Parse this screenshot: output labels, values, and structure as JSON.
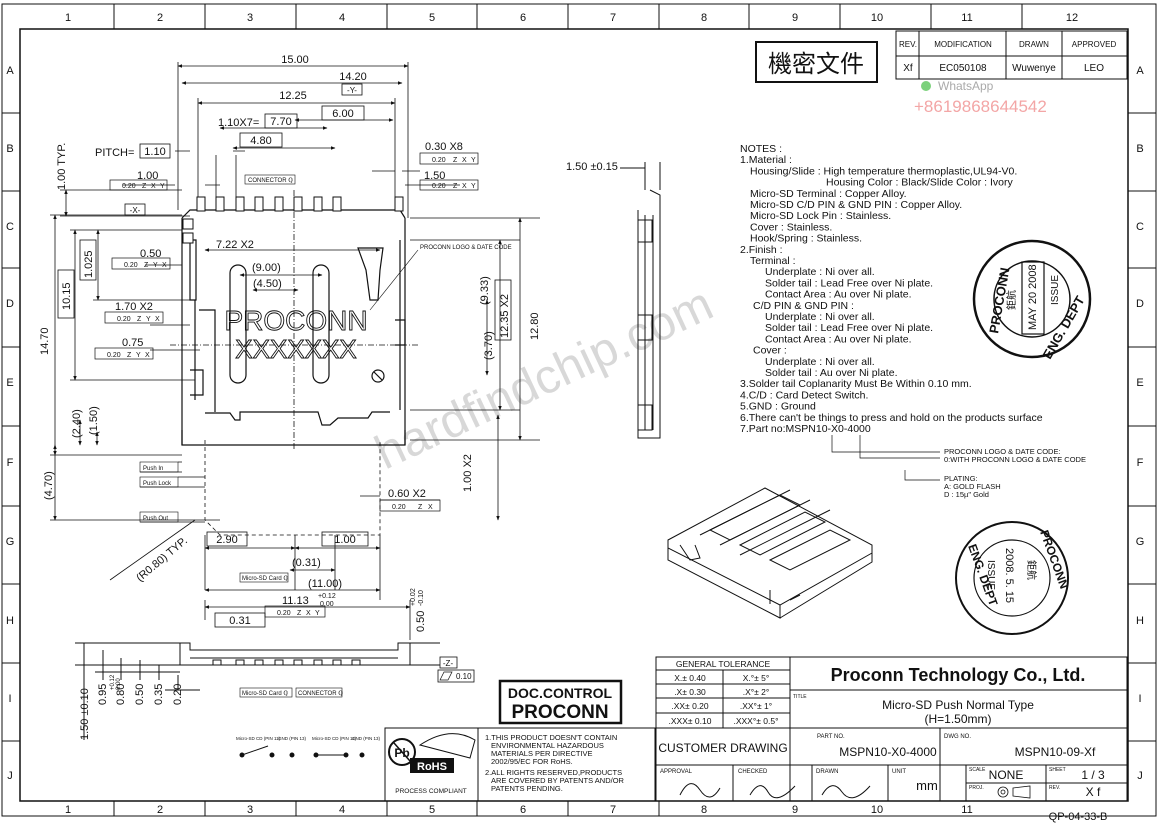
{
  "grid": {
    "columns": [
      "1",
      "2",
      "3",
      "4",
      "5",
      "6",
      "7",
      "8",
      "9",
      "10",
      "11",
      "12"
    ],
    "rows": [
      "A",
      "B",
      "C",
      "D",
      "E",
      "F",
      "G",
      "H",
      "I",
      "J"
    ]
  },
  "revision": {
    "headers": {
      "rev": "REV.",
      "modification": "MODIFICATION",
      "drawn": "DRAWN",
      "approved": "APPROVED"
    },
    "row": {
      "rev": "Xf",
      "modification": "EC050108",
      "drawn": "Wuwenye",
      "approved": "LEO"
    }
  },
  "stamp_confidential": "機密文件",
  "watermark": {
    "contact_app": "WhatsApp",
    "phone": "+8619868644542",
    "site": "hardfindchip.com"
  },
  "dimensions": {
    "d1500": "15.00",
    "d1420": "14.20",
    "y_datum": "-Y-",
    "d1225": "12.25",
    "d110x7_label": "1.10X7=",
    "d770": "7.70",
    "d600": "6.00",
    "d480": "4.80",
    "pitch_label": "PITCH=",
    "pitch_val": "1.10",
    "d030x8": "0.30 X8",
    "d100typ": "1.00 TYP.",
    "d100": "1.00",
    "d150": "1.50",
    "x_datum": "-X-",
    "d722x2": "7.22 X2",
    "d900": "(9.00)",
    "d450": "(4.50)",
    "d050": "0.50",
    "d1015": "10.15",
    "d1025": "1.025",
    "d1470": "14.70",
    "d170x2": "1.70 X2",
    "d075": "0.75",
    "d370": "(3.70)",
    "d933": "(9.33)",
    "d1235x2": "12.35 X2",
    "d1280": "12.80",
    "d240": "(2.40)",
    "d150p": "(1.50)",
    "d470": "(4.70)",
    "d100x2": "1.00 X2",
    "d060x2": "0.60 X2",
    "r080": "(R0.80) TYP.",
    "d290": "2.90",
    "d100b": "1.00",
    "d031p": "(0.31)",
    "d1100": "(11.00)",
    "d1113": "11.13",
    "d1113_tol": "+0.12",
    "d1113_tol2": "0.00",
    "d031": "0.31",
    "d050v": "0.50",
    "d050v_tol": "+0.02",
    "d050v_tol2": "-0.10",
    "z_datum": "-Z-",
    "flat010": "0.10",
    "d150b": "1.50 ±0.10",
    "d095": "0.95",
    "d080": "0.80",
    "d080_tol": "+0.12",
    "d080_tol2": "0.00",
    "d050b": "0.50",
    "d035": "0.35",
    "d020": "0.20",
    "side_150": "1.50 ±0.15"
  },
  "fcf": {
    "f020zxy": "0.20",
    "f020zx": "0.20",
    "zxy": [
      "Z",
      "X",
      "Y"
    ],
    "zx": [
      "Z",
      "X"
    ],
    "zyx": [
      "Z",
      "Y",
      "X"
    ]
  },
  "labels": {
    "connector_q": "CONNECTOR ℚ",
    "microsd_card_q": "Micro-SD Card ℚ",
    "push_in": "Push In",
    "push_lock": "Push Lock",
    "push_out": "Push Out",
    "logo_text": "PROCONN",
    "code_text": "XXXXXXX",
    "logo_note": "PROCONN LOGO & DATE CODE",
    "logo_callout1": "PROCONN LOGO & DATE CODE:",
    "logo_callout2": "0:WITH PROCONN LOGO & DATE CODE",
    "plating1": "PLATING:",
    "plating2": "A: GOLD FLASH",
    "plating3": "D : 15µ\" Gold",
    "switch_labels": [
      "Micro-SD CD (PIN 11)",
      "GND (PIN 13)",
      "Micro-SD CD (PIN 11)",
      "GND (PIN 13)"
    ]
  },
  "notes": [
    "NOTES :",
    "1.Material :",
    "Housing/Slide : High temperature thermoplastic,UL94-V0.",
    "Housing Color : Black/Slide Color : Ivory",
    "Micro-SD Terminal : Copper Alloy.",
    "Micro-SD C/D PIN & GND PIN : Copper Alloy.",
    "Micro-SD Lock Pin : Stainless.",
    "Cover : Stainless.",
    "Hook/Spring : Stainless.",
    "2.Finish :",
    "Terminal :",
    "Underplate : Ni over all.",
    "Solder tail : Lead Free over Ni plate.",
    "Contact Area : Au over Ni plate.",
    "C/D PIN & GND PIN :",
    "Underplate : Ni over all.",
    "Solder tail : Lead Free over Ni plate.",
    "Contact Area : Au over Ni plate.",
    "Cover :",
    "Underplate : Ni over all.",
    "Solder tail : Au over Ni plate.",
    "3.Solder tail Coplanarity Must Be Within 0.10 mm.",
    "4.C/D : Card Detect Switch.",
    "5.GND : Ground",
    "6.There can't be things to press and hold on the products surface",
    "7.Part no:MSPN10-X0-4000"
  ],
  "stamps": {
    "issue1": {
      "top": "PROCONN",
      "bottom": "ENG. DEPT",
      "right": "ISSUE",
      "date": "MAY 20 2008",
      "mid": "鉅航"
    },
    "issue2": {
      "top": "PROCONN",
      "bottom": "ENG. DEPT",
      "left": "ISSUE",
      "date": "2008. 5. 15",
      "mid": "鉅航"
    },
    "doc_control": {
      "line1": "DOC.CONTROL",
      "line2": "PROCONN"
    }
  },
  "tolerance": {
    "title": "GENERAL TOLERANCE",
    "rows": [
      [
        "X.± 0.40",
        "X.°± 5°"
      ],
      [
        ".X± 0.30",
        ".X°± 2°"
      ],
      [
        ".XX± 0.20",
        ".XX°± 1°"
      ],
      [
        ".XXX± 0.10",
        ".XXX°± 0.5°"
      ]
    ]
  },
  "rohs": {
    "logo_pb": "Pb",
    "logo_rohs": "RoHS",
    "process": "PROCESS COMPLIANT",
    "text1": [
      "1.THIS PRODUCT DOESN'T CONTAIN",
      "ENVIRONMENTAL HAZARDOUS",
      "MATERIALS PER DIRECTIVE",
      "2002/95/EC FOR RoHS."
    ],
    "text2": [
      "2.ALL RIGHTS RESERVED,PRODUCTS",
      "ARE COVERED BY PATENTS AND/OR",
      "PATENTS PENDING."
    ]
  },
  "title_block": {
    "company": "Proconn Technology Co., Ltd.",
    "title_label": "TITLE",
    "title1": "Micro-SD Push Normal Type",
    "title2": "(H=1.50mm)",
    "customer": "CUSTOMER DRAWING",
    "part_label": "PART NO.",
    "part": "MSPN10-X0-4000",
    "dwg_label": "DWG NO.",
    "dwg": "MSPN10-09-Xf",
    "approval": "APPROVAL",
    "checked": "CHECKED",
    "drawn": "DRAWN",
    "unit_label": "UNIT",
    "unit": "mm",
    "scale_label": "SCALE",
    "scale": "NONE",
    "sheet_label": "SHEET",
    "sheet": "1 / 3",
    "proj_label": "PROJ.",
    "rev_label": "REV.",
    "rev": "X f",
    "form": "QP-04-33-B"
  }
}
